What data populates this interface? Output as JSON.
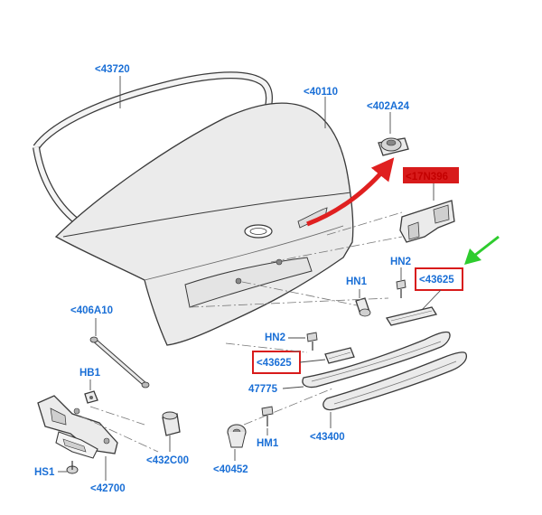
{
  "colors": {
    "label": "#1a6fd6",
    "label_red": "#c40000",
    "highlight_box": "#d81b1b",
    "highlight_fill": "#d81b1b",
    "arrow_red": "#e02020",
    "arrow_green": "#2ecc2e",
    "part_stroke": "#3a3a3a"
  },
  "labels": {
    "seal": "<43720",
    "trunk_lid": "<40110",
    "bump_stop": "<402A24",
    "bracket_code": "<17N396",
    "license_lamp_right": "<43625",
    "license_lamp_left": "<43625",
    "gas_strut": "<406A10",
    "hb1": "HB1",
    "hs1": "HS1",
    "hinge": "<42700",
    "buffer_432": "<432C00",
    "hn1": "HN1",
    "hn2_right": "HN2",
    "hn2_left": "HN2",
    "moulding": "47775",
    "garnish": "<43400",
    "grommet": "<40452",
    "hm1": "HM1"
  }
}
